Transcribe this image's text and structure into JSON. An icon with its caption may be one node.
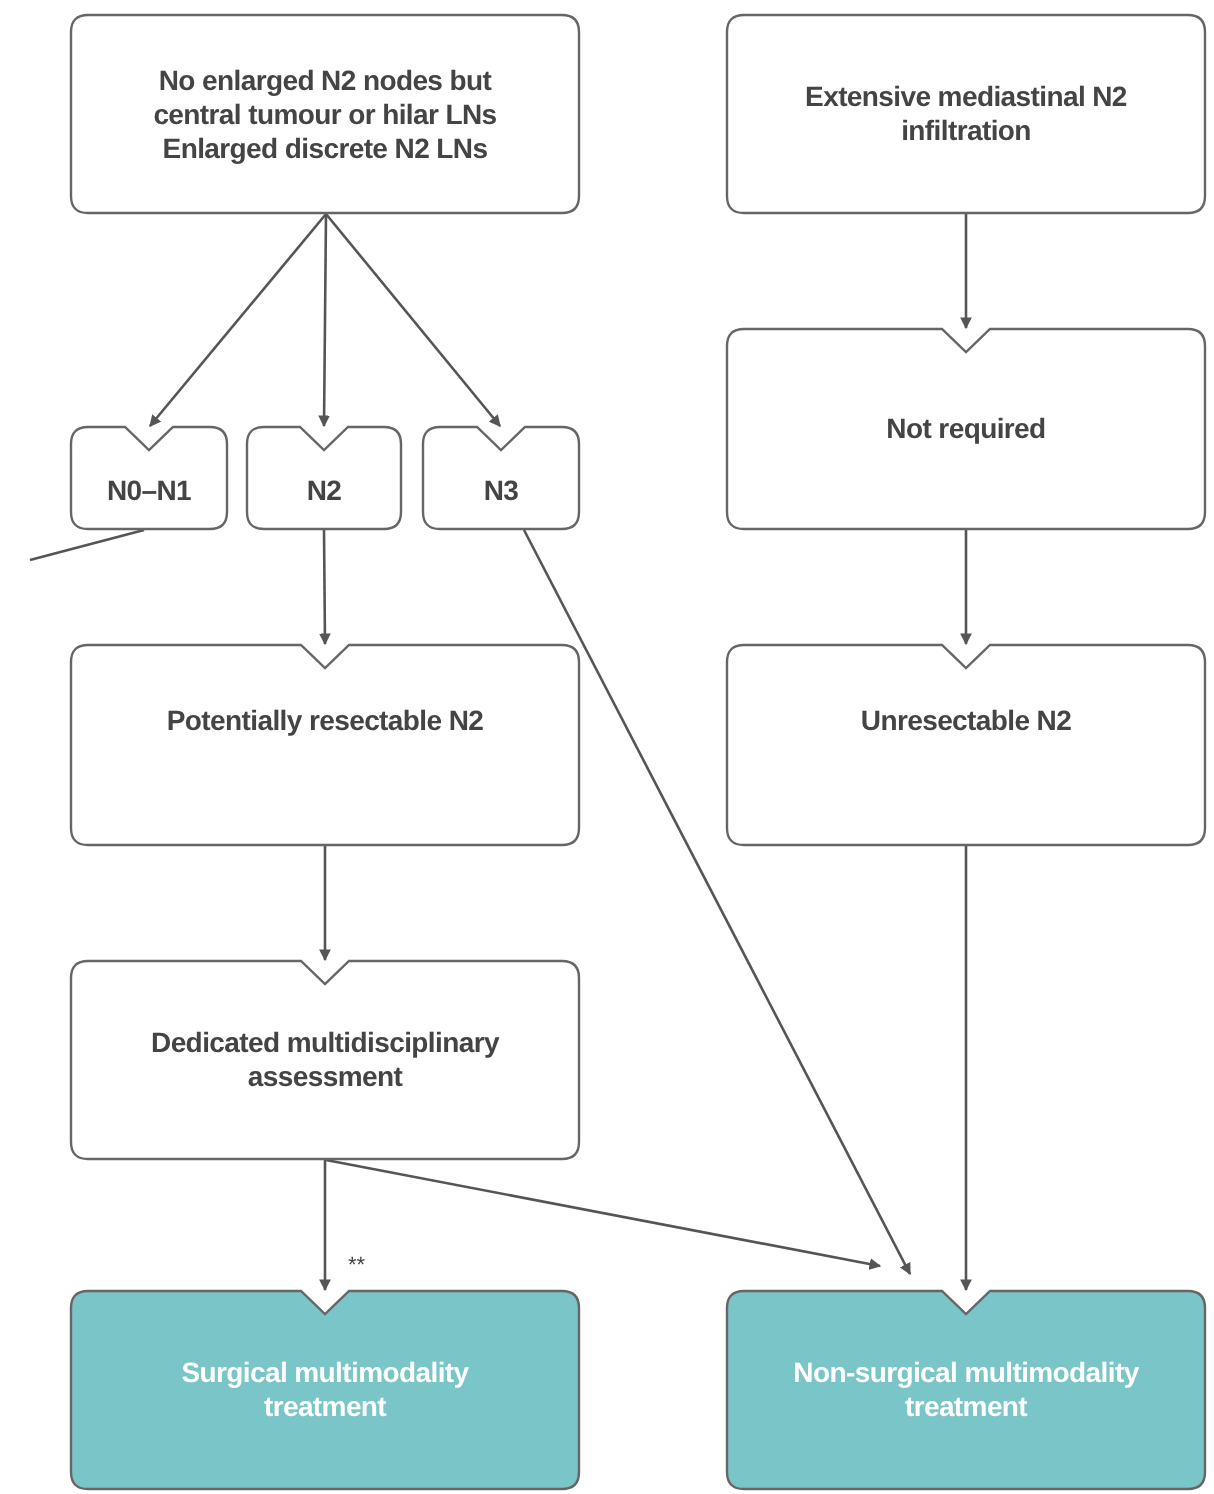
{
  "diagram": {
    "nodes": [
      {
        "text": [
          "No enlarged N2 nodes but central tumour or hilar LNs",
          "Enlarged discrete N2 LNs"
        ]
      },
      {
        "text": [
          "Extensive mediastinal N2 infiltration"
        ]
      },
      {
        "text": [
          "N0–N1"
        ]
      },
      {
        "text": [
          "N2"
        ]
      },
      {
        "text": [
          "N3"
        ]
      },
      {
        "text": [
          "Not required"
        ]
      },
      {
        "text": [
          "Potentially resectable N2"
        ]
      },
      {
        "text": [
          "Unresectable N2"
        ]
      },
      {
        "text": [
          "Dedicated multidisciplinary assessment"
        ]
      },
      {
        "text": [
          "Surgical multimodality treatment"
        ]
      },
      {
        "text": [
          "Non-surgical multimodality treatment"
        ]
      }
    ],
    "edges": [
      {
        "from": 0,
        "to": 2,
        "arrow": "to"
      },
      {
        "from": 0,
        "to": 3,
        "arrow": "to"
      },
      {
        "from": 0,
        "to": 4,
        "arrow": "to"
      },
      {
        "from": 2,
        "to": null,
        "arrow": "none"
      },
      {
        "from": 1,
        "to": 5,
        "arrow": "to"
      },
      {
        "from": 3,
        "to": 6,
        "arrow": "to"
      },
      {
        "from": 4,
        "to": 10,
        "arrow": "to"
      },
      {
        "from": 5,
        "to": 7,
        "arrow": "to"
      },
      {
        "from": 6,
        "to": 8,
        "arrow": "to"
      },
      {
        "from": 8,
        "to": 9,
        "arrow": "to",
        "label": "**"
      },
      {
        "from": 8,
        "to": 10,
        "arrow": "to"
      },
      {
        "from": 7,
        "to": 10,
        "arrow": "to"
      }
    ]
  }
}
